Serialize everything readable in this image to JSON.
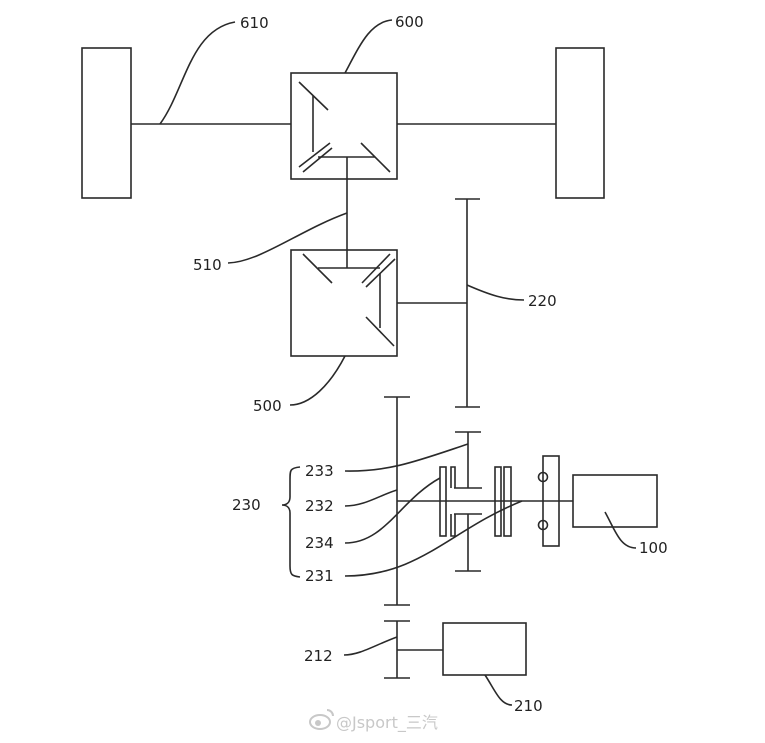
{
  "labels": {
    "l610": "610",
    "l600": "600",
    "l510": "510",
    "l220": "220",
    "l500": "500",
    "l230": "230",
    "l233": "233",
    "l232": "232",
    "l234": "234",
    "l231": "231",
    "l100": "100",
    "l212": "212",
    "l210": "210"
  },
  "watermark": {
    "text": "@Jsport_三汽",
    "icon": "weibo-logo-icon"
  }
}
